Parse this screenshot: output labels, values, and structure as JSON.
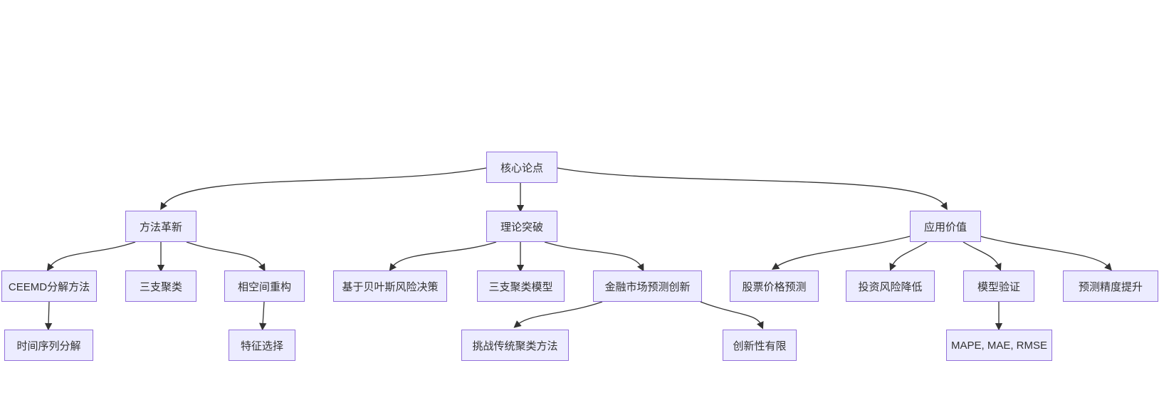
{
  "diagram": {
    "type": "flowchart",
    "colors": {
      "background": "#FFFFFF",
      "node_fill": "#ECECFF",
      "node_border": "#9370DB",
      "edge": "#333333",
      "text": "#333333"
    },
    "nodes": {
      "core": {
        "label": "核心论点"
      },
      "method": {
        "label": "方法革新"
      },
      "theory": {
        "label": "理论突破"
      },
      "application": {
        "label": "应用价值"
      },
      "ceemd": {
        "label": "CEEMD分解方法"
      },
      "three_cluster": {
        "label": "三支聚类"
      },
      "phase_space": {
        "label": "相空间重构"
      },
      "bayes": {
        "label": "基于贝叶斯风险决策"
      },
      "model": {
        "label": "三支聚类模型"
      },
      "finance": {
        "label": "金融市场预测创新"
      },
      "stock": {
        "label": "股票价格预测"
      },
      "risk": {
        "label": "投资风险降低"
      },
      "validation": {
        "label": "模型验证"
      },
      "precision": {
        "label": "预测精度提升"
      },
      "ts_decomp": {
        "label": "时间序列分解"
      },
      "feature": {
        "label": "特征选择"
      },
      "challenge": {
        "label": "挑战传统聚类方法"
      },
      "limited": {
        "label": "创新性有限"
      },
      "metrics": {
        "label": "MAPE, MAE, RMSE"
      }
    },
    "edges": [
      {
        "from": "core",
        "to": "method"
      },
      {
        "from": "core",
        "to": "theory"
      },
      {
        "from": "core",
        "to": "application"
      },
      {
        "from": "method",
        "to": "ceemd"
      },
      {
        "from": "method",
        "to": "three_cluster"
      },
      {
        "from": "method",
        "to": "phase_space"
      },
      {
        "from": "theory",
        "to": "bayes"
      },
      {
        "from": "theory",
        "to": "model"
      },
      {
        "from": "theory",
        "to": "finance"
      },
      {
        "from": "application",
        "to": "stock"
      },
      {
        "from": "application",
        "to": "risk"
      },
      {
        "from": "application",
        "to": "validation"
      },
      {
        "from": "application",
        "to": "precision"
      },
      {
        "from": "ceemd",
        "to": "ts_decomp"
      },
      {
        "from": "phase_space",
        "to": "feature"
      },
      {
        "from": "finance",
        "to": "challenge"
      },
      {
        "from": "finance",
        "to": "limited"
      },
      {
        "from": "validation",
        "to": "metrics"
      }
    ]
  }
}
